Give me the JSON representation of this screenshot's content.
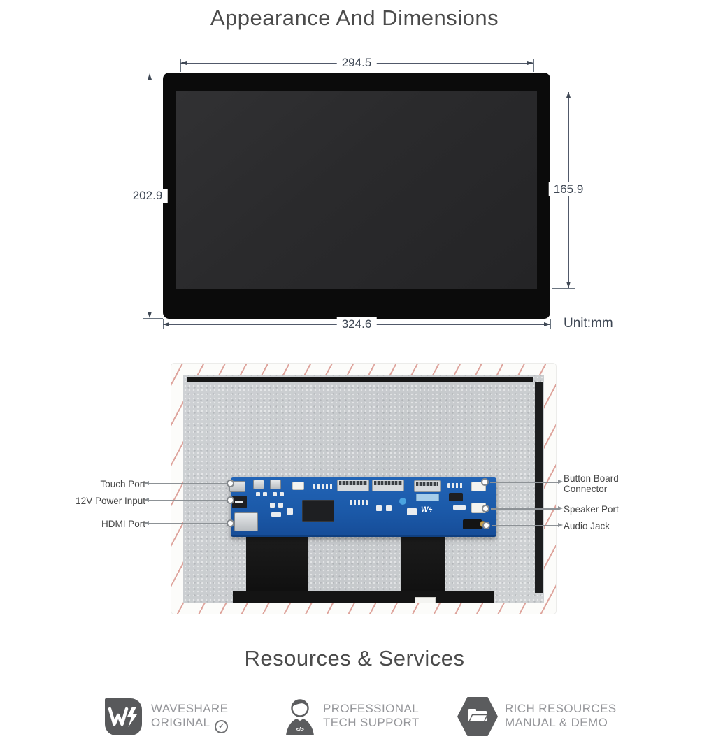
{
  "dimensions_section": {
    "title": "Appearance And Dimensions",
    "unit_label": "Unit:mm",
    "width_top": "294.5",
    "height_left": "202.9",
    "height_right": "165.9",
    "width_bottom": "324.6"
  },
  "back_view": {
    "left_ports": [
      {
        "label": "Touch Port"
      },
      {
        "label": "12V Power Input"
      },
      {
        "label": "HDMI Port"
      }
    ],
    "right_ports": [
      {
        "label": "Button Board Connector"
      },
      {
        "label": "Speaker Port"
      },
      {
        "label": "Audio Jack"
      }
    ]
  },
  "resources_section": {
    "title": "Resources & Services",
    "items": [
      {
        "icon": "waveshare-logo-icon",
        "line1": "WAVESHARE",
        "line2": "ORIGINAL",
        "badge": "✓"
      },
      {
        "icon": "tech-support-icon",
        "line1": "PROFESSIONAL",
        "line2": "TECH SUPPORT",
        "icon_glyph": "</>"
      },
      {
        "icon": "folder-hexagon-icon",
        "line1": "RICH RESOURCES",
        "line2": "MANUAL & DEMO"
      }
    ]
  },
  "colors": {
    "dimension_line": "#51596a",
    "dimension_text": "#3d4653",
    "title_text": "#4b4b4b",
    "callout_line": "#8d9296",
    "port_label_text": "#464646",
    "pcb_blue": "#1b59a8",
    "resources_text": "#95969a",
    "resources_icon": "#5b5c5e"
  }
}
